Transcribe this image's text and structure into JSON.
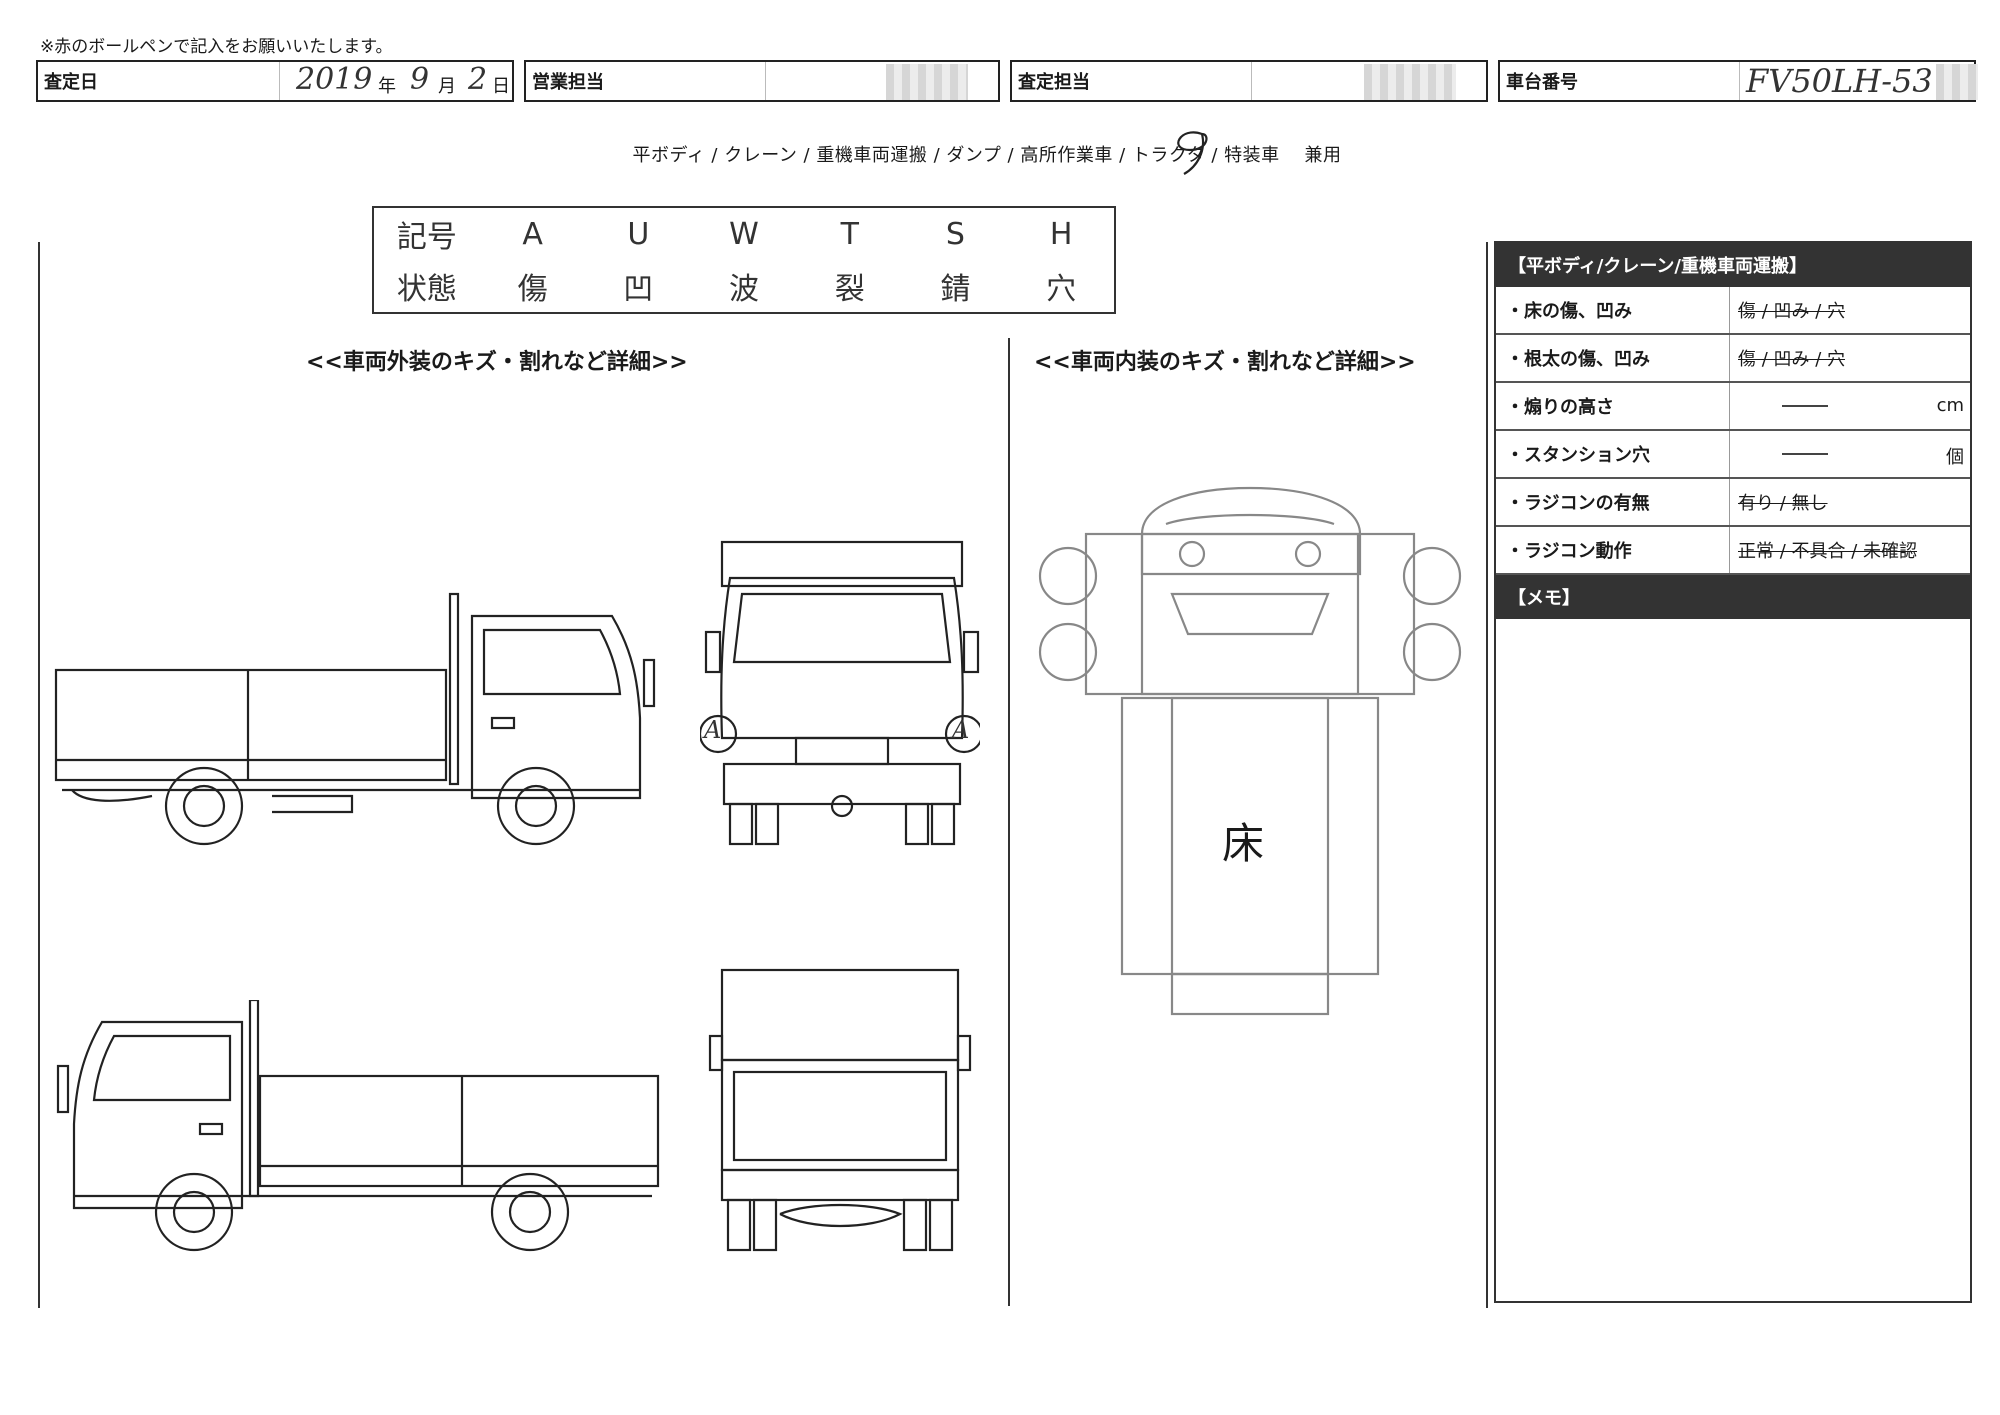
{
  "note": "※赤のボールペンで記入をお願いいたします。",
  "header": {
    "inspection_date_label": "査定日",
    "date_year": "2019",
    "date_year_unit": "年",
    "date_month": "9",
    "date_month_unit": "月",
    "date_day": "2",
    "date_day_unit": "日",
    "sales_label": "営業担当",
    "assessor_label": "査定担当",
    "chassis_label": "車台番号",
    "chassis_value": "FV50LH-53"
  },
  "vehicle_types": {
    "options": [
      "平ボディ",
      "クレーン",
      "重機車両運搬",
      "ダンプ",
      "高所作業車",
      "トラクタ",
      "特装車"
    ],
    "separator": " / ",
    "combined_label": "兼用",
    "selected": "平ボディ"
  },
  "legend": {
    "symbol_label": "記号",
    "state_label": "状態",
    "symbols": [
      "A",
      "U",
      "W",
      "T",
      "S",
      "H"
    ],
    "states": [
      "傷",
      "凹",
      "波",
      "裂",
      "錆",
      "穴"
    ]
  },
  "exterior_title": "<<車両外装のキズ・割れなど詳細>>",
  "interior_title": "<<車両内装のキズ・割れなど詳細>>",
  "floor_label": "床",
  "front_mark": "A",
  "panel": {
    "title": "【平ボディ/クレーン/重機車両運搬】",
    "rows": [
      {
        "label": "・床の傷、凹み",
        "value": "傷 / 凹み / 穴"
      },
      {
        "label": "・根太の傷、凹み",
        "value": "傷 / 凹み / 穴"
      },
      {
        "label": "・煽りの高さ",
        "value": "",
        "unit": "cm"
      },
      {
        "label": "・スタンション穴",
        "value": "",
        "unit": "個"
      },
      {
        "label": "・ラジコンの有無",
        "value": "有り / 無し"
      },
      {
        "label": "・ラジコン動作",
        "value": "正常 / 不具合 / 未確認"
      }
    ],
    "memo_label": "【メモ】"
  }
}
